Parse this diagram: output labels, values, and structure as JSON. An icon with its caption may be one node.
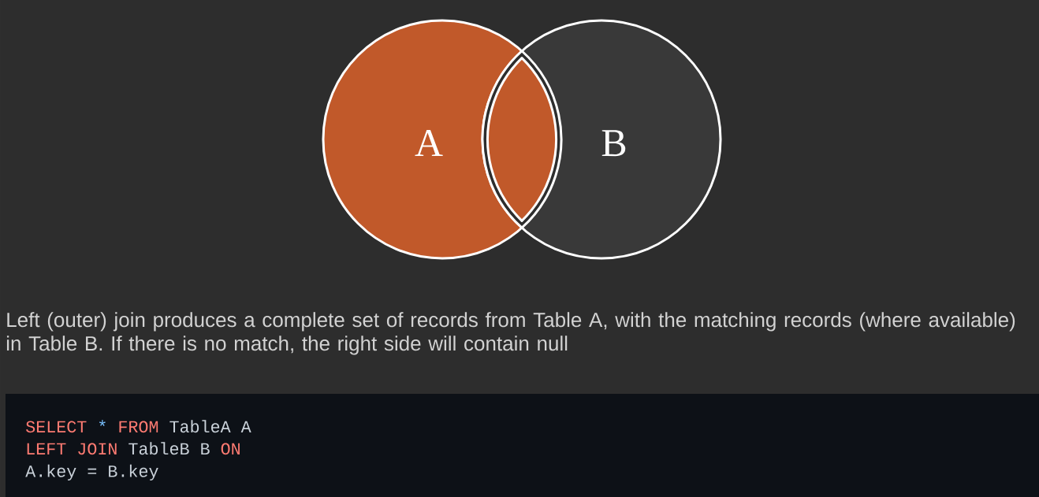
{
  "diagram": {
    "nodes": [
      {
        "text": [
          "A"
        ]
      },
      {
        "text": [
          "B"
        ]
      },
      {
        "text": [],
        "shape": "lens"
      }
    ],
    "labels": [
      "Left (outer) join produces a complete set of records from Table A, with the matching records (where available) in Table B. If there is no match, the right side will contain null",
      "SELECT * FROM TableA A",
      "LEFT JOIN TableB B ON",
      "A.key = B.key"
    ]
  }
}
